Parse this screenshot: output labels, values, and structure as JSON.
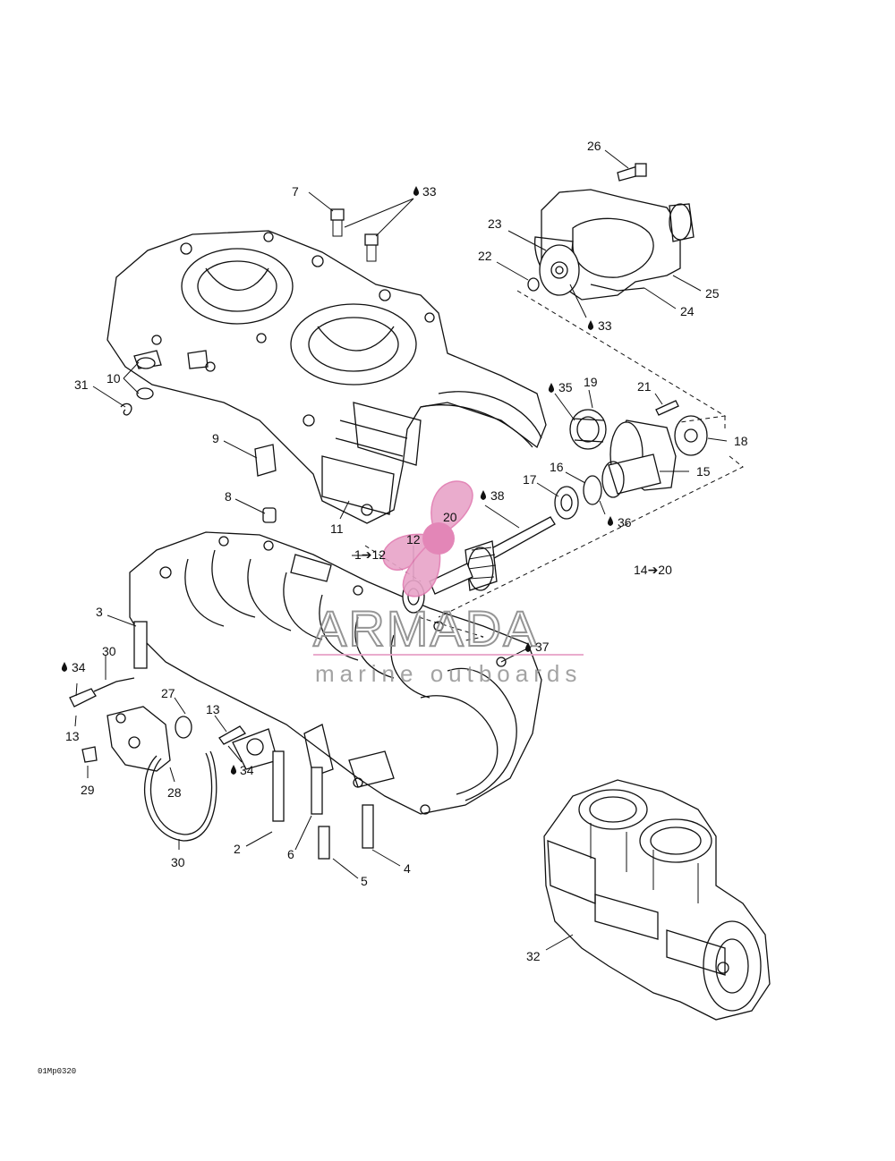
{
  "diagram": {
    "code": "01Mp0320",
    "callouts": [
      {
        "id": "c26",
        "text": "26"
      },
      {
        "id": "c7",
        "text": "7"
      },
      {
        "id": "c33a",
        "text": "33"
      },
      {
        "id": "c23",
        "text": "23"
      },
      {
        "id": "c22",
        "text": "22"
      },
      {
        "id": "c25",
        "text": "25"
      },
      {
        "id": "c24",
        "text": "24"
      },
      {
        "id": "c33b",
        "text": "33"
      },
      {
        "id": "c31",
        "text": "31"
      },
      {
        "id": "c10",
        "text": "10"
      },
      {
        "id": "c35",
        "text": "35"
      },
      {
        "id": "c19",
        "text": "19"
      },
      {
        "id": "c21",
        "text": "21"
      },
      {
        "id": "c18",
        "text": "18"
      },
      {
        "id": "c9",
        "text": "9"
      },
      {
        "id": "c16",
        "text": "16"
      },
      {
        "id": "c17",
        "text": "17"
      },
      {
        "id": "c15",
        "text": "15"
      },
      {
        "id": "c38",
        "text": "38"
      },
      {
        "id": "c8",
        "text": "8"
      },
      {
        "id": "c20",
        "text": "20"
      },
      {
        "id": "c11",
        "text": "11"
      },
      {
        "id": "c36",
        "text": "36"
      },
      {
        "id": "c1to12",
        "text": "1➔12"
      },
      {
        "id": "c12",
        "text": "12"
      },
      {
        "id": "c14to20",
        "text": "14➔20"
      },
      {
        "id": "c3",
        "text": "3"
      },
      {
        "id": "c37",
        "text": "37"
      },
      {
        "id": "c30a",
        "text": "30"
      },
      {
        "id": "c34a",
        "text": "34"
      },
      {
        "id": "c27",
        "text": "27"
      },
      {
        "id": "c13a",
        "text": "13"
      },
      {
        "id": "c13b",
        "text": "13"
      },
      {
        "id": "c34b",
        "text": "34"
      },
      {
        "id": "c29",
        "text": "29"
      },
      {
        "id": "c28",
        "text": "28"
      },
      {
        "id": "c2",
        "text": "2"
      },
      {
        "id": "c6",
        "text": "6"
      },
      {
        "id": "c4",
        "text": "4"
      },
      {
        "id": "c5",
        "text": "5"
      },
      {
        "id": "c30b",
        "text": "30"
      },
      {
        "id": "c32",
        "text": "32"
      }
    ]
  },
  "watermark": {
    "brand": "ARMADA",
    "tagline": "marine outboards",
    "colors": {
      "pink": "#e8a4c8",
      "pinkDark": "#e07ab0",
      "gray": "#8a8a8a"
    }
  }
}
